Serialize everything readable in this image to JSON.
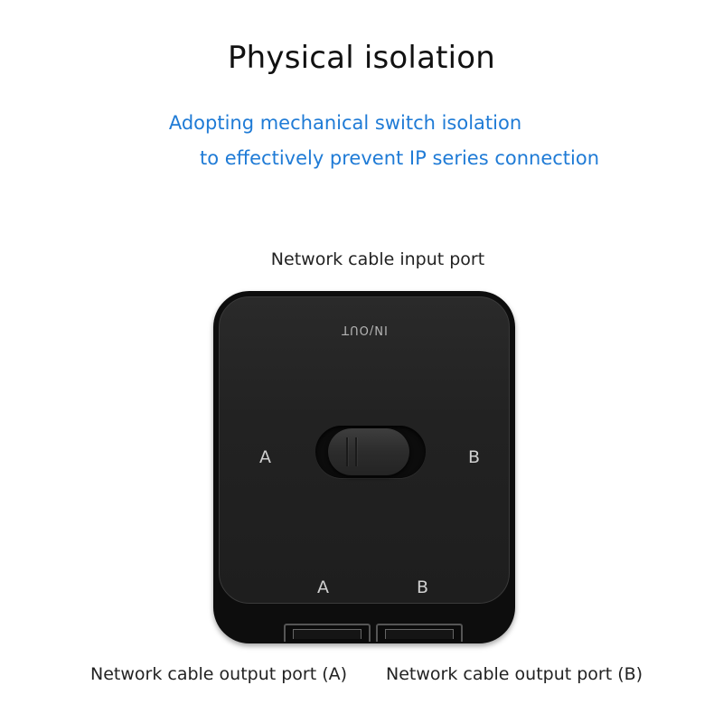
{
  "title": "Physical  isolation",
  "subtitle": {
    "line1": "Adopting mechanical switch isolation",
    "line2": "to effectively prevent IP series connection",
    "color": "#1f7bd6"
  },
  "labels": {
    "input_port": "Network cable input port",
    "output_port_a": "Network cable output port (A)",
    "output_port_b": "Network cable output port (B)"
  },
  "device": {
    "io_mark": "IN/OUT",
    "switch_left_letter": "A",
    "switch_right_letter": "B",
    "port_left_letter": "A",
    "port_right_letter": "B",
    "body_color": "#0d0d0d"
  }
}
